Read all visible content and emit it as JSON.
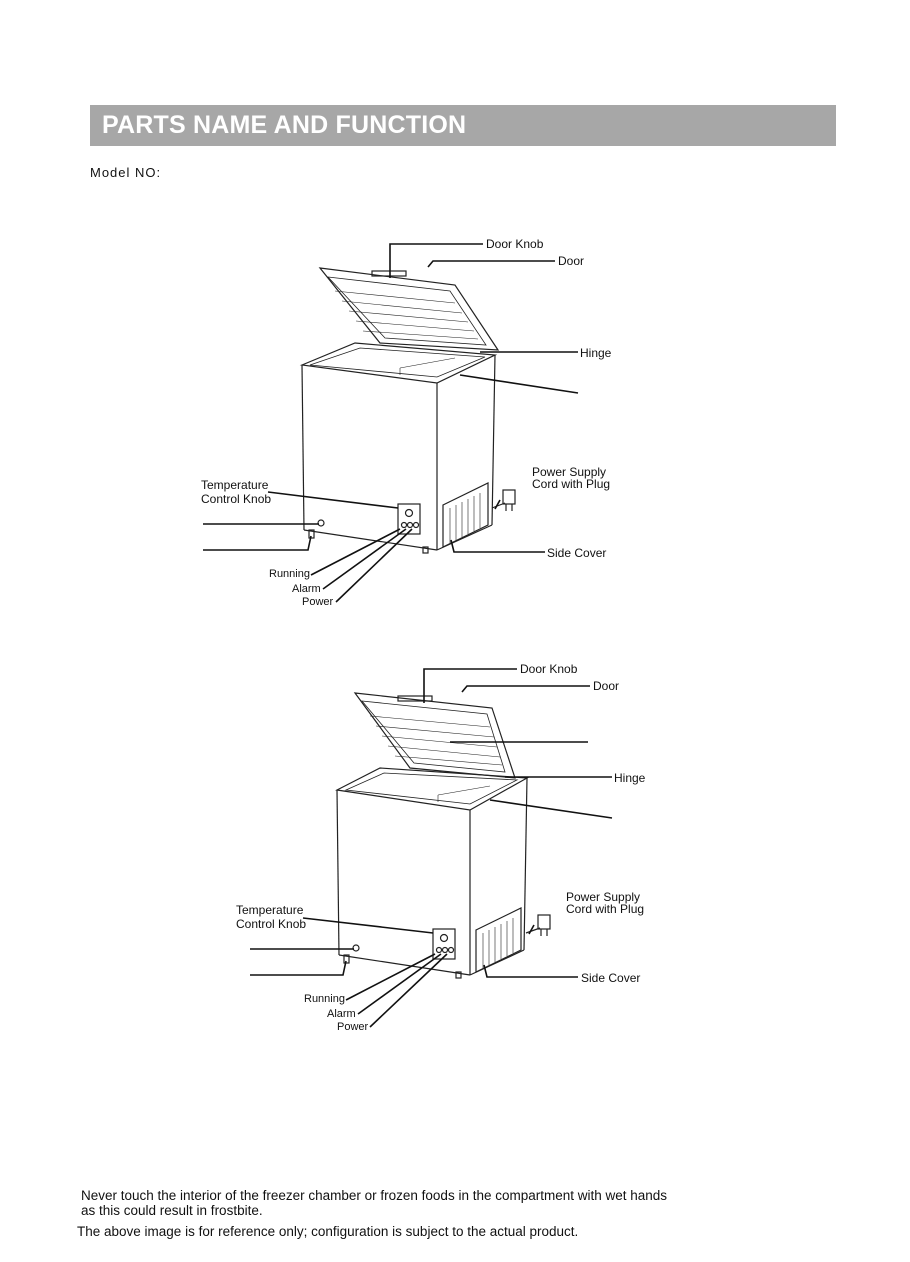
{
  "header": {
    "title": "PARTS NAME AND FUNCTION"
  },
  "model": {
    "label": "Model NO:"
  },
  "diagrams": [
    {
      "labels": {
        "door_knob": "Door Knob",
        "door": "Door",
        "hinge": "Hinge",
        "power_supply_line1": "Power Supply",
        "power_supply_line2": "Cord with Plug",
        "temperature_line1": "Temperature",
        "temperature_line2": "Control Knob",
        "side_cover": "Side Cover",
        "running": "Running",
        "alarm": "Alarm",
        "power": "Power"
      }
    },
    {
      "labels": {
        "door_knob": "Door Knob",
        "door": "Door",
        "hinge": "Hinge",
        "power_supply_line1": "Power Supply",
        "power_supply_line2": "Cord with Plug",
        "temperature_line1": "Temperature",
        "temperature_line2": "Control Knob",
        "side_cover": "Side Cover",
        "running": "Running",
        "alarm": "Alarm",
        "power": "Power"
      }
    }
  ],
  "footer": {
    "notice": "Never touch the interior of the freezer chamber or frozen foods in the compartment with wet hands as this could result in frostbite.",
    "disclaimer": "The above image is for reference only; configuration is subject to the actual product."
  }
}
